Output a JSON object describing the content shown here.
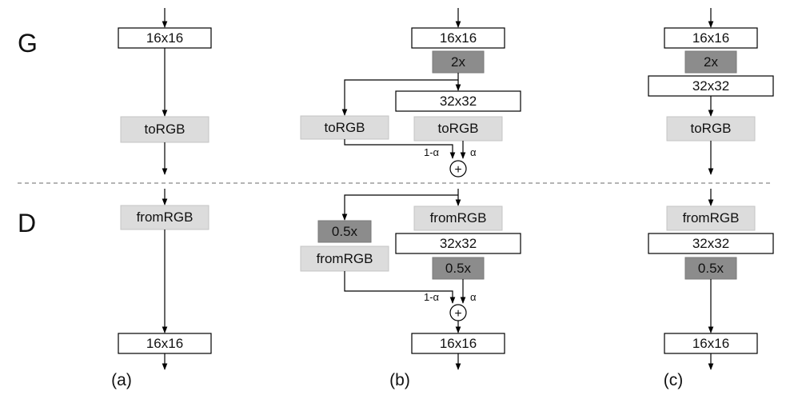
{
  "row_labels": {
    "generator": "G",
    "discriminator": "D"
  },
  "column_labels": {
    "a": "(a)",
    "b": "(b)",
    "c": "(c)"
  },
  "blocks": {
    "res16": "16x16",
    "res32": "32x32",
    "upsample": "2x",
    "downsample": "0.5x",
    "to_rgb": "toRGB",
    "from_rgb": "fromRGB"
  },
  "mix": {
    "one_minus_alpha": "1-α",
    "alpha": "α",
    "plus": "+"
  },
  "colors": {
    "resolution_block": "#ffffff",
    "rgb_block": "#dcdcdc",
    "scale_block": "#8c8c8c",
    "separator": "#888888"
  }
}
